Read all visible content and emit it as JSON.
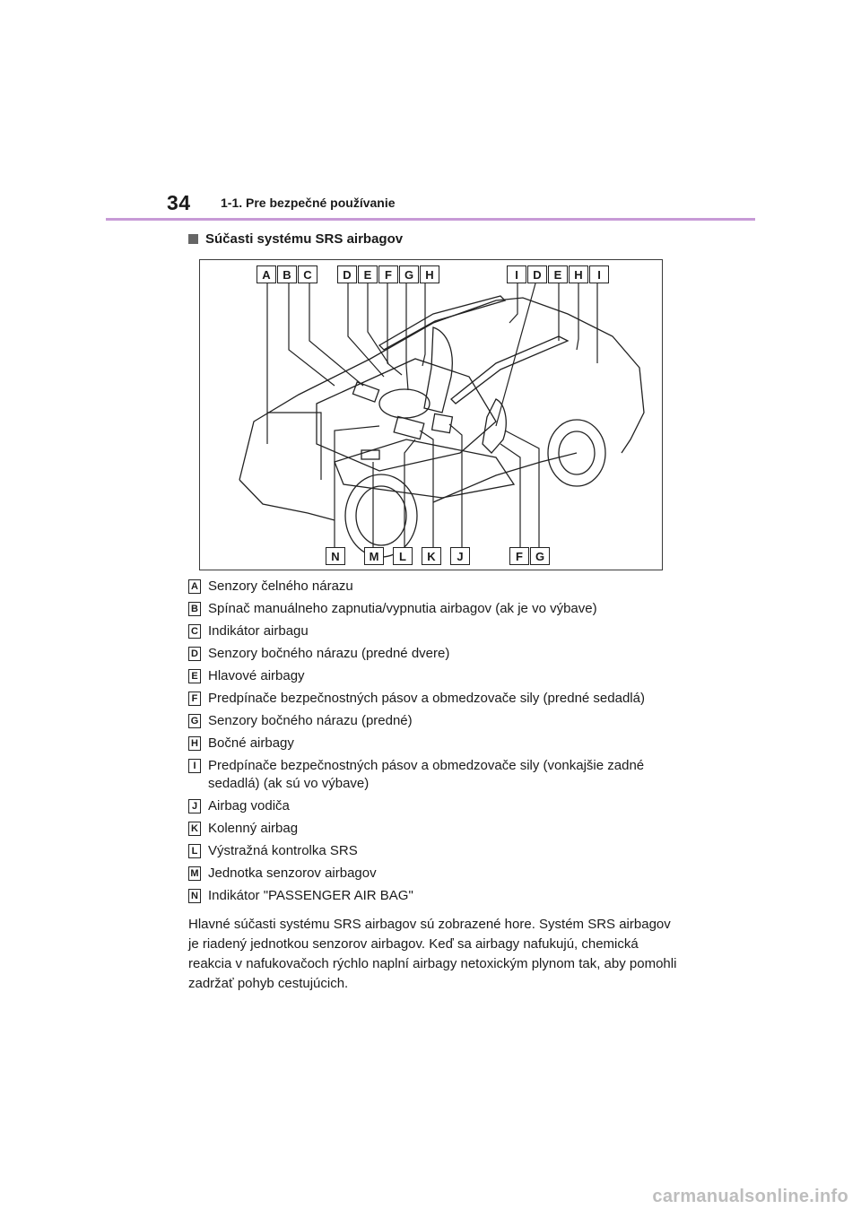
{
  "header": {
    "page_number": "34",
    "section": "1-1. Pre bezpečné používanie",
    "rule_color": "#c79ad6"
  },
  "subheading": "Súčasti systému SRS airbagov",
  "figure": {
    "top_callouts_left": [
      "A",
      "B",
      "C"
    ],
    "top_callouts_mid": [
      "D",
      "E",
      "F",
      "G",
      "H"
    ],
    "top_callouts_right": [
      "I",
      "D",
      "E",
      "H",
      "I"
    ],
    "bottom_callouts_left": [
      "N"
    ],
    "bottom_callouts_mid": [
      "M",
      "L",
      "K",
      "J"
    ],
    "bottom_callouts_right": [
      "F",
      "G"
    ]
  },
  "legend": [
    {
      "key": "A",
      "text": "Senzory čelného nárazu"
    },
    {
      "key": "B",
      "text": "Spínač manuálneho zapnutia/vypnutia airbagov (ak je vo výbave)"
    },
    {
      "key": "C",
      "text": "Indikátor airbagu"
    },
    {
      "key": "D",
      "text": "Senzory bočného nárazu (predné dvere)"
    },
    {
      "key": "E",
      "text": "Hlavové airbagy"
    },
    {
      "key": "F",
      "text": "Predpínače bezpečnostných pásov a obmedzovače sily (predné sedadlá)"
    },
    {
      "key": "G",
      "text": "Senzory bočného nárazu (predné)"
    },
    {
      "key": "H",
      "text": "Bočné airbagy"
    },
    {
      "key": "I",
      "text": "Predpínače bezpečnostných pásov a obmedzovače sily (vonkajšie zadné sedadlá) (ak sú vo výbave)"
    },
    {
      "key": "J",
      "text": "Airbag vodiča"
    },
    {
      "key": "K",
      "text": "Kolenný airbag"
    },
    {
      "key": "L",
      "text": "Výstražná kontrolka SRS"
    },
    {
      "key": "M",
      "text": "Jednotka senzorov airbagov"
    },
    {
      "key": "N",
      "text": "Indikátor \"PASSENGER AIR BAG\""
    }
  ],
  "paragraph": "Hlavné súčasti systému SRS airbagov sú zobrazené hore. Systém SRS airbagov je riadený jednotkou senzorov airbagov. Keď sa airbagy nafukujú, chemická reakcia v nafukovačoch rýchlo naplní airbagy netoxickým plynom tak, aby pomohli zadržať pohyb cestujúcich.",
  "footer": "carmanualsonline.info"
}
